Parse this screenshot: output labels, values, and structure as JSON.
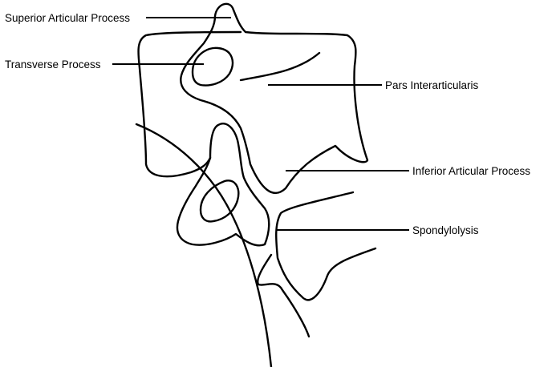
{
  "diagram": {
    "labels": {
      "superior_articular_process": "Superior Articular Process",
      "transverse_process": "Transverse Process",
      "pars_interarticularis": "Pars Interarticularis",
      "inferior_articular_process": "Inferior Articular Process",
      "spondylolysis": "Spondylolysis"
    },
    "colors": {
      "stroke": "#000000",
      "background": "#ffffff"
    }
  }
}
